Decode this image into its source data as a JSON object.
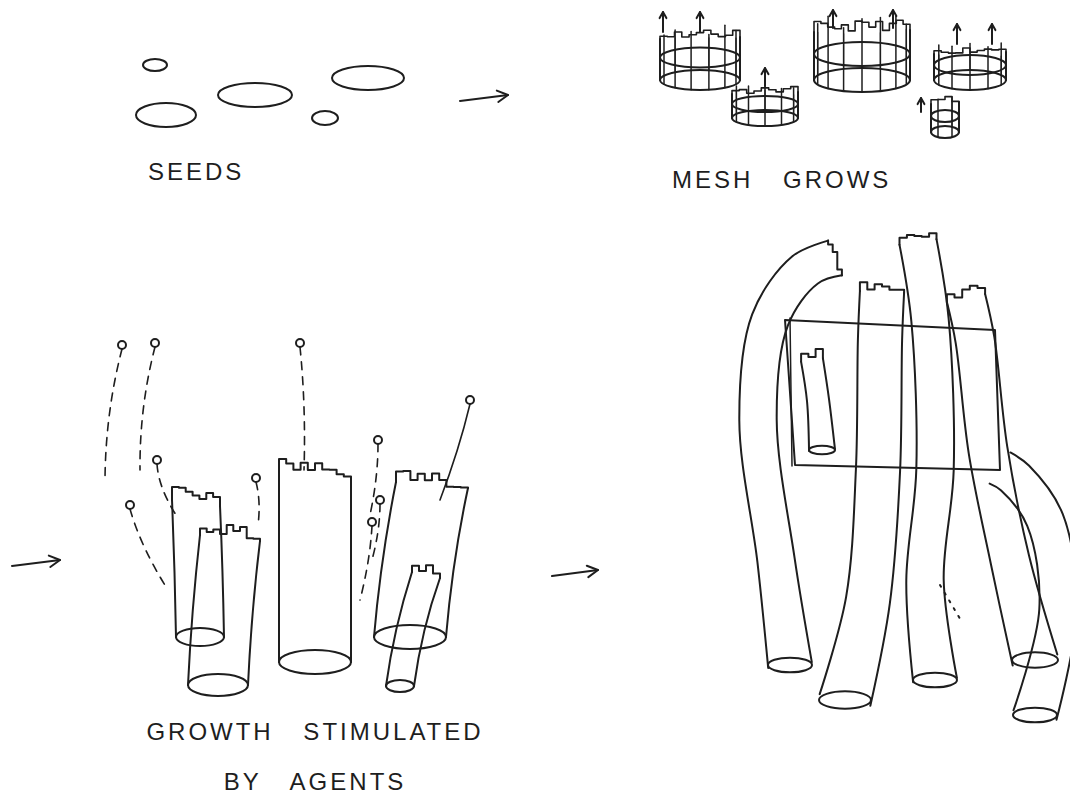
{
  "diagram": {
    "labels": [
      "SEEDS",
      "MESH GROWS",
      "GROWTH STIMULATED BY AGENTS"
    ]
  }
}
